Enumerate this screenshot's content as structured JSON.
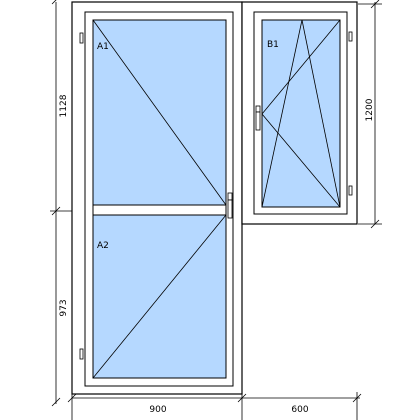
{
  "colors": {
    "frame_fill": "#ffffff",
    "frame_stroke": "#000000",
    "glass_fill": "#b5d8ff",
    "background": "#ffffff"
  },
  "panes": {
    "a1": {
      "label": "A1"
    },
    "a2": {
      "label": "A2"
    },
    "b1": {
      "label": "B1"
    }
  },
  "dimensions": {
    "left_upper": "1128",
    "left_lower": "973",
    "right_height": "1200",
    "bottom_left": "900",
    "bottom_right": "600"
  },
  "icons": {
    "door_handle": "door-handle-icon",
    "window_handle": "window-handle-icon",
    "hinge": "hinge-icon"
  }
}
